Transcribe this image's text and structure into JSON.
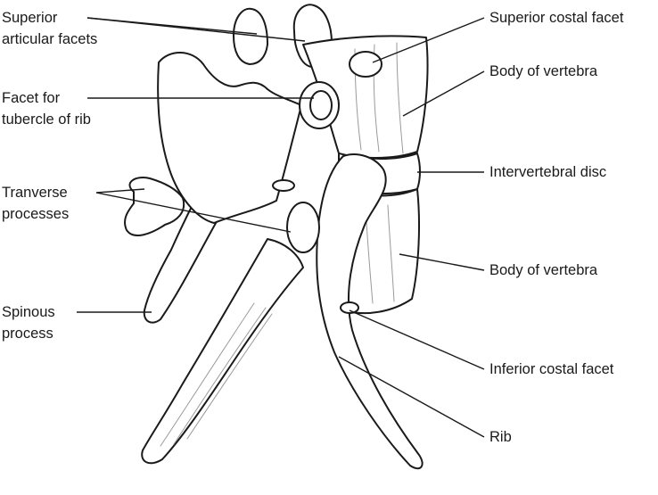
{
  "labels": {
    "superior_articular_facets": [
      "Superior",
      "articular facets"
    ],
    "facet_for_tubercle": [
      "Facet for",
      "tubercle of rib"
    ],
    "transverse_processes": [
      "Tranverse",
      "processes"
    ],
    "spinous_process": [
      "Spinous",
      "process"
    ],
    "superior_costal_facet": "Superior costal facet",
    "body_of_vertebra_upper": "Body of vertebra",
    "intervertebral_disc": "Intervertebral disc",
    "body_of_vertebra_lower": "Body of vertebra",
    "inferior_costal_facet": "Inferior costal facet",
    "rib": "Rib"
  },
  "colors": {
    "ink": "#1a1a1a",
    "bone": "#ffffff",
    "shade": "#9a9a9a"
  }
}
